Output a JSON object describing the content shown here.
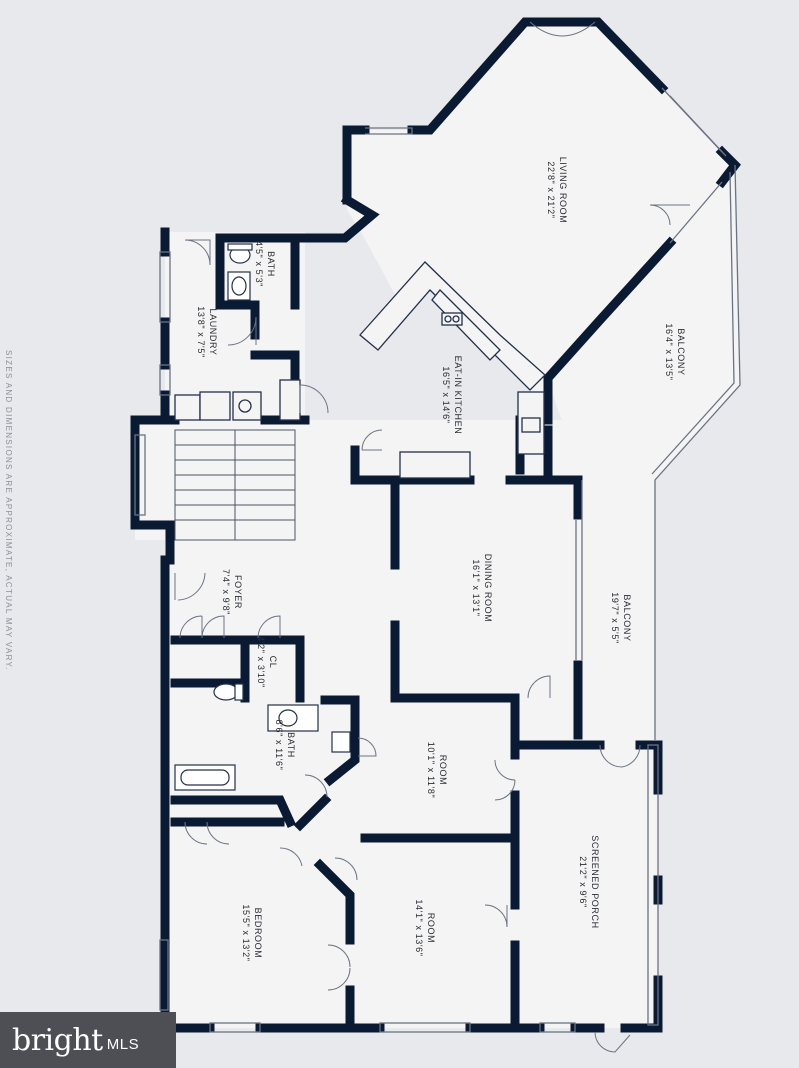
{
  "rooms": {
    "living": {
      "name": "LIVING ROOM",
      "dims": "22'8\" x 21'2\""
    },
    "balcony_upper": {
      "name": "BALCONY",
      "dims": "16'4\" x 13'5\""
    },
    "kitchen": {
      "name": "EAT-IN KITCHEN",
      "dims": "16'5\" x 14'6\""
    },
    "bath_upper": {
      "name": "BATH",
      "dims": "4'5\" x 5'3\""
    },
    "laundry": {
      "name": "LAUNDRY",
      "dims": "13'8\" x 7'5\""
    },
    "dining": {
      "name": "DINING ROOM",
      "dims": "16'1\" x 13'1\""
    },
    "balcony_lower": {
      "name": "BALCONY",
      "dims": "19'7\" x 5'5\""
    },
    "foyer": {
      "name": "FOYER",
      "dims": "7'4\" x 9'8\""
    },
    "closet": {
      "name": "CL",
      "dims": "4'2\" x 3'10\""
    },
    "bath_lower": {
      "name": "BATH",
      "dims": "8'6\" x 11'6\""
    },
    "room_mid": {
      "name": "ROOM",
      "dims": "10'1\" x 11'8\""
    },
    "screened_porch": {
      "name": "SCREENED PORCH",
      "dims": "21'2\" x 9'6\""
    },
    "bedroom": {
      "name": "BEDROOM",
      "dims": "15'5\" x 13'2\""
    },
    "room_low": {
      "name": "ROOM",
      "dims": "14'1\" x 13'6\""
    }
  },
  "disclaimer": "SIZES AND DIMENSIONS ARE APPROXIMATE, ACTUAL MAY VARY.",
  "watermark": {
    "brand": "bright",
    "suffix": "MLS"
  },
  "colors": {
    "wall": "#0b1a33",
    "floor": "#f4f4f4",
    "background": "#e7e9ec"
  }
}
